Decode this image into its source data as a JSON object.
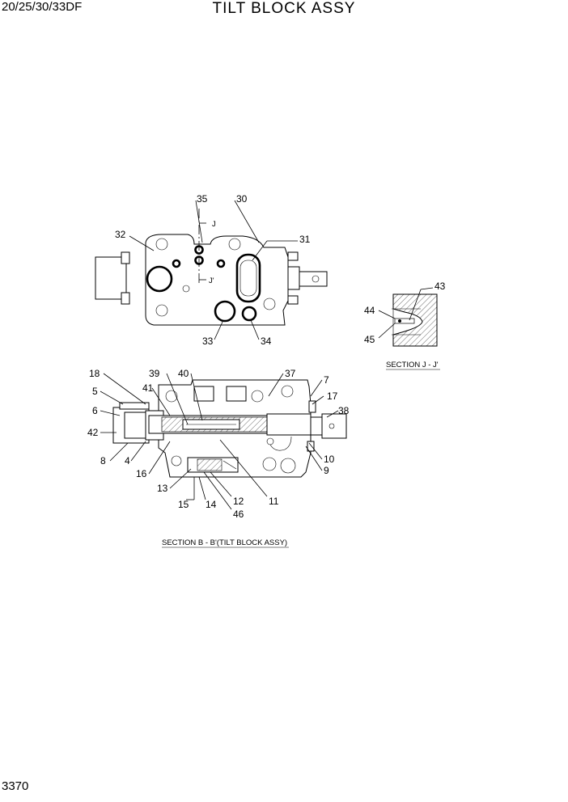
{
  "header": {
    "model": "20/25/30/33DF",
    "title": "TILT BLOCK ASSY"
  },
  "footer": {
    "page_number": "3370"
  },
  "views": {
    "top_view": {
      "callouts": [
        "35",
        "30",
        "32",
        "31",
        "33",
        "34"
      ],
      "section_marks": [
        "J",
        "J'"
      ]
    },
    "section_j": {
      "caption": "SECTION J - J'",
      "callouts": [
        "43",
        "44",
        "45"
      ]
    },
    "section_b": {
      "caption": "SECTION B - B'(TILT BLOCK ASSY)",
      "callouts": [
        "18",
        "39",
        "40",
        "37",
        "7",
        "41",
        "17",
        "5",
        "6",
        "38",
        "42",
        "8",
        "4",
        "16",
        "10",
        "9",
        "13",
        "12",
        "11",
        "15",
        "14",
        "46"
      ]
    }
  }
}
